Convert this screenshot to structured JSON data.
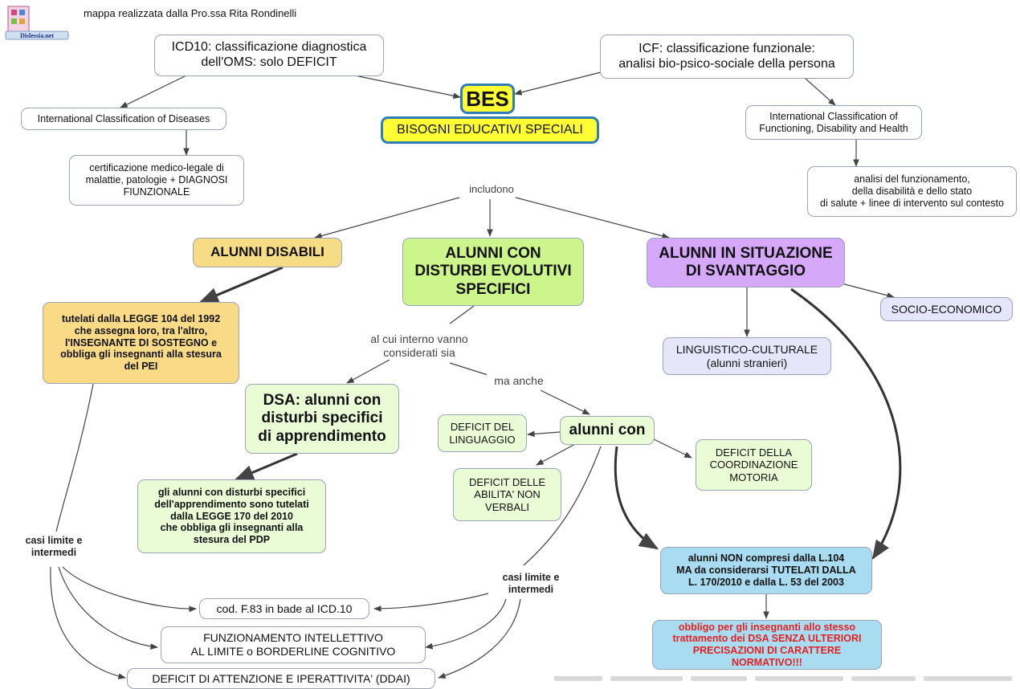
{
  "credit": "mappa realizzata dalla Pro.ssa Rita Rondinelli",
  "logo": {
    "icon": "dislessia-logo-icon",
    "text": "Dislessia.net"
  },
  "nodes": {
    "icd10": "ICD10: classificazione diagnostica\ndell'OMS: solo DEFICIT",
    "icf": "ICF: classificazione funzionale:\nanalisi bio-psico-sociale della persona",
    "bes": "BES",
    "bisogni": "BISOGNI EDUCATIVI SPECIALI",
    "icd_full": "International Classification of Diseases",
    "icf_full": "International Classification of\nFunctioning, Disability and Health",
    "certificazione": "certificazione medico-legale di\nmalattie, patologie + DIAGNOSI\nFIUNZIONALE",
    "analisi": "analisi del funzionamento,\ndella disabilità e dello stato\ndi salute + linee di intervento sul contesto",
    "disabili": "ALUNNI DISABILI",
    "dsa_group": "ALUNNI CON\nDISTURBI EVOLUTIVI\nSPECIFICI",
    "svantaggio": "ALUNNI IN SITUAZIONE\nDI SVANTAGGIO",
    "socio": "SOCIO-ECONOMICO",
    "linguistico": "LINGUISTICO-CULTURALE\n(alunni stranieri)",
    "legge104": "tutelati dalla LEGGE 104 del 1992\nche assegna loro, tra l'altro,\nl'INSEGNANTE DI SOSTEGNO e\nobbliga gli insegnanti alla stesura\ndel PEI",
    "dsa": "DSA: alunni con\ndisturbi specifici\ndi apprendimento",
    "alunni_con": "alunni con",
    "def_linguaggio": "DEFICIT DEL\nLINGUAGGIO",
    "def_abilita": "DEFICIT DELLE\nABILITA' NON\nVERBALI",
    "def_coordinazione": "DEFICIT DELLA\nCOORDINAZIONE\nMOTORIA",
    "legge170": "gli alunni con disturbi specifici\ndell'apprendimento sono tutelati\ndalla LEGGE 170 del 2010\nche obbliga gli insegnanti alla\nstesura del PDP",
    "non_compresi": "alunni NON compresi dalla L.104\nMA da considerarsi TUTELATI DALLA\nL. 170/2010 e dalla L. 53 del 2003",
    "obbligo": "obbligo per gli insegnanti allo stesso\ntrattamento dei DSA SENZA ULTERIORI\nPRECISAZIONI DI CARATTERE NORMATIVO!!!",
    "cod_f83": "cod. F.83 in bade al ICD.10",
    "funzionamento": "FUNZIONAMENTO INTELLETTIVO\nAL LIMITE o BORDERLINE COGNITIVO",
    "ddai": "DEFICIT DI ATTENZIONE E IPERATTIVITA' (DDAI)"
  },
  "labels": {
    "includono": "includono",
    "al_cui_interno": "al cui interno vanno\nconsiderati sia",
    "ma_anche": "ma anche",
    "casi_limite_left": "casi limite e\nintermedi",
    "casi_limite_right": "casi limite e\nintermedi"
  },
  "colors": {
    "bes_fill": "#ffff33",
    "bes_border": "#2e7db8",
    "disabili": "#f7dc86",
    "legge104": "#f9db87",
    "green": "#ccf58c",
    "green_light": "#eafcd6",
    "purple": "#d6a8fa",
    "lavender": "#e6e6fb",
    "blue": "#a9dcf0",
    "red_text": "#e22222",
    "border": "#9aa3b8",
    "edge": "#444444"
  }
}
